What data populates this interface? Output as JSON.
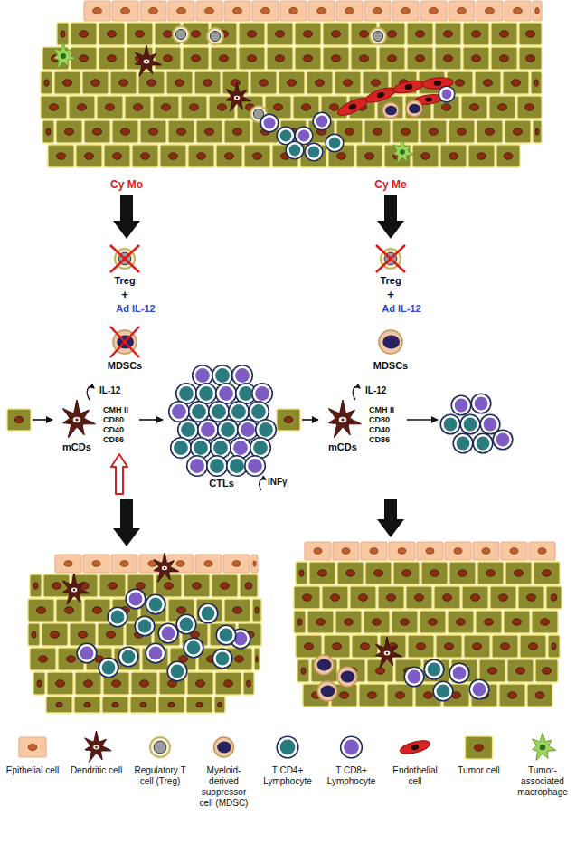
{
  "diagram": {
    "nodes": [
      {
        "text": [
          "Treg"
        ]
      },
      {
        "text": [
          "Treg"
        ]
      },
      {
        "text": [
          "MDSCs"
        ]
      },
      {
        "text": [
          "MDSCs"
        ]
      },
      {
        "text": [
          "mCDs",
          "CMH II CD80 CD40 CD86"
        ]
      },
      {
        "text": [
          "mCDs",
          "CMH II CD80 CD40 CD86"
        ]
      },
      {
        "text": [
          "CTLs"
        ]
      }
    ],
    "edges": [
      {
        "from": 4,
        "to": 6,
        "arrow": "to"
      }
    ],
    "labels": [
      "Cy Mo",
      "Cy Me",
      "+",
      "Ad IL-12",
      "+",
      "Ad IL-12",
      "IL-12",
      "IL-12",
      "INFγ"
    ],
    "legend": [
      {
        "text": "Epithelial cell"
      },
      {
        "text": "Dendritic cell"
      },
      {
        "text": "Regulatory T cell (Treg)"
      },
      {
        "text": "Myeloid-derived suppressor cell (MDSC)"
      },
      {
        "text": "T CD4+ Lymphocyte"
      },
      {
        "text": "T CD8+ Lymphocyte"
      },
      {
        "text": "Endothelial cell"
      },
      {
        "text": "Tumor cell"
      },
      {
        "text": "Tumor-associated macrophage"
      }
    ]
  }
}
